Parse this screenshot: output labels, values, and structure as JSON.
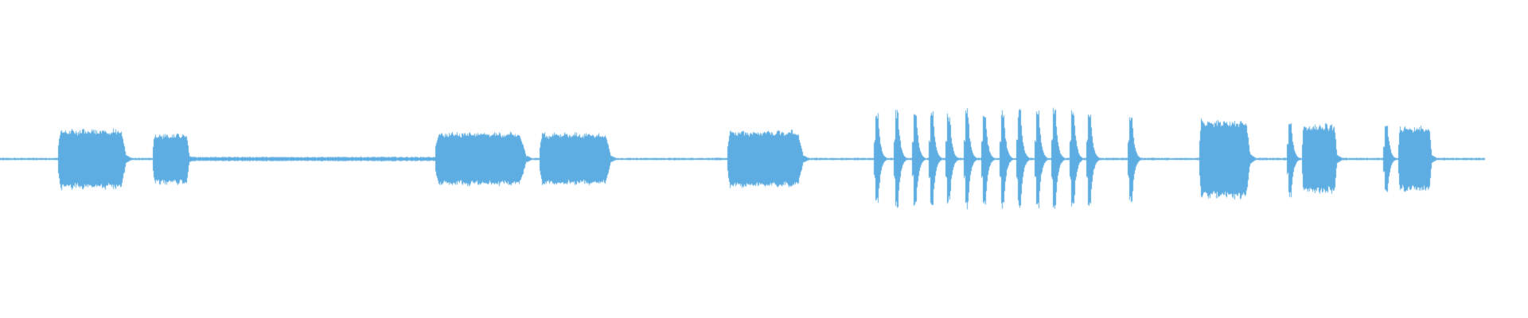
{
  "waveform": {
    "color": "#5dade2",
    "background": "#ffffff",
    "baseline_color": "#5dade2",
    "duration_fraction_end": 0.972,
    "segments": [
      {
        "kind": "tone",
        "start": 0.038,
        "end": 0.083,
        "amplitude": 0.19
      },
      {
        "kind": "tone",
        "start": 0.1,
        "end": 0.124,
        "amplitude": 0.16
      },
      {
        "kind": "tone",
        "start": 0.285,
        "end": 0.345,
        "amplitude": 0.17
      },
      {
        "kind": "tone",
        "start": 0.353,
        "end": 0.4,
        "amplitude": 0.165
      },
      {
        "kind": "tone",
        "start": 0.476,
        "end": 0.526,
        "amplitude": 0.18
      },
      {
        "kind": "tone",
        "start": 0.785,
        "end": 0.818,
        "amplitude": 0.25
      },
      {
        "kind": "tone",
        "start": 0.852,
        "end": 0.875,
        "amplitude": 0.22
      },
      {
        "kind": "tone",
        "start": 0.915,
        "end": 0.937,
        "amplitude": 0.21
      }
    ],
    "hum": [
      {
        "start": 0.125,
        "end": 0.285,
        "amplitude": 0.015
      }
    ],
    "clicks": [
      {
        "pos": 0.573,
        "amplitude": 0.3
      },
      {
        "pos": 0.586,
        "amplitude": 0.32
      },
      {
        "pos": 0.598,
        "amplitude": 0.31
      },
      {
        "pos": 0.609,
        "amplitude": 0.32
      },
      {
        "pos": 0.62,
        "amplitude": 0.305
      },
      {
        "pos": 0.632,
        "amplitude": 0.325
      },
      {
        "pos": 0.643,
        "amplitude": 0.315
      },
      {
        "pos": 0.655,
        "amplitude": 0.32
      },
      {
        "pos": 0.666,
        "amplitude": 0.33
      },
      {
        "pos": 0.678,
        "amplitude": 0.325
      },
      {
        "pos": 0.689,
        "amplitude": 0.34
      },
      {
        "pos": 0.701,
        "amplitude": 0.335
      },
      {
        "pos": 0.712,
        "amplitude": 0.32
      },
      {
        "pos": 0.739,
        "amplitude": 0.3
      },
      {
        "pos": 0.843,
        "amplitude": 0.25
      },
      {
        "pos": 0.906,
        "amplitude": 0.24
      }
    ]
  }
}
